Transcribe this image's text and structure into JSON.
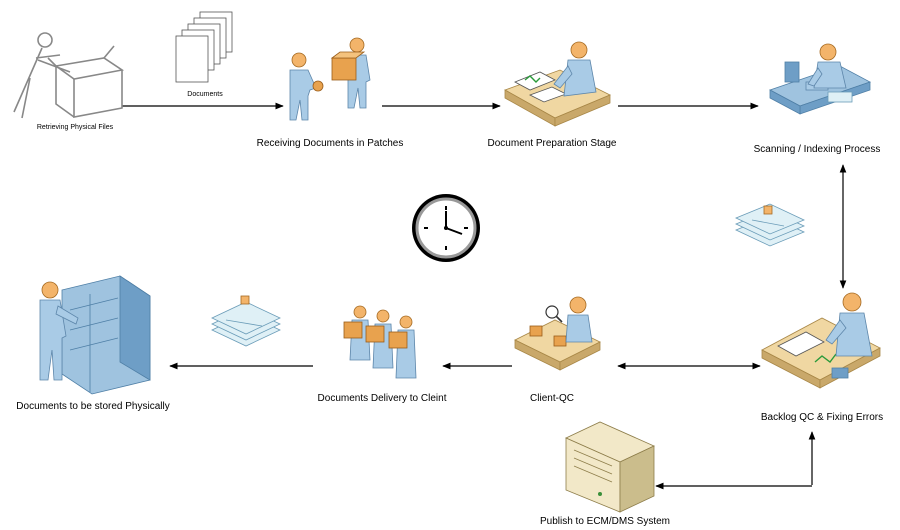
{
  "nodes": {
    "retrieving": "Retrieving Physical Files",
    "documents": "Documents",
    "receiving": "Receiving Documents in Patches",
    "preparation": "Document Preparation Stage",
    "scanning": "Scanning / Indexing Process",
    "backlog_qc": "Backlog QC & Fixing Errors",
    "client_qc": "Client-QC",
    "delivery": "Documents Delivery to Cleint",
    "stored": "Documents to be stored Physically",
    "publish": "Publish to ECM/DMS System"
  },
  "icons": {
    "retrieving": "person-lifting-box-icon",
    "documents": "document-stack-icon",
    "receiving": "people-handing-box-icon",
    "preparation": "person-at-desk-icon",
    "scanning": "person-at-scanner-workstation-icon",
    "clock": "clock-icon",
    "scanned_docs": "scanned-documents-icon",
    "backlog_qc": "person-at-qc-desk-icon",
    "client_qc": "person-inspecting-conveyor-icon",
    "delivery": "people-carrying-boxes-icon",
    "delivered_docs": "delivered-documents-icon",
    "stored": "person-at-filing-racks-icon",
    "publish": "server-icon"
  }
}
